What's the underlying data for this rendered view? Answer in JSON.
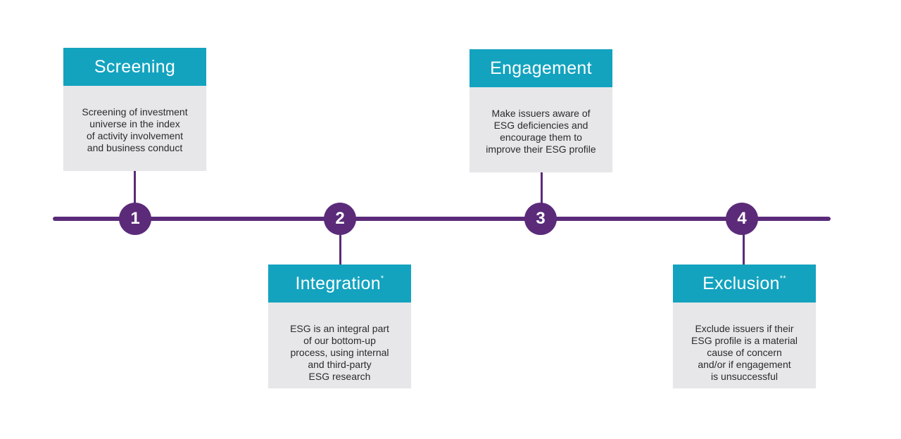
{
  "colors": {
    "timeline": "#5b2b7a",
    "header_bg": "#13a3bf",
    "body_bg": "#e7e7ea",
    "header_text": "#ffffff",
    "body_text": "#2b2b2b"
  },
  "steps": [
    {
      "number": "1",
      "title": "Screening",
      "superscript": "",
      "description": "Screening of investment\nuniverse in the index\nof activity involvement\nand business conduct"
    },
    {
      "number": "2",
      "title": "Integration",
      "superscript": "*",
      "description": "ESG is an integral part\nof our bottom-up\nprocess, using internal\nand third-party\nESG research"
    },
    {
      "number": "3",
      "title": "Engagement",
      "superscript": "",
      "description": "Make issuers aware of\nESG deficiencies and\nencourage them to\nimprove their ESG profile"
    },
    {
      "number": "4",
      "title": "Exclusion",
      "superscript": "**",
      "description": "Exclude issuers if their\nESG profile is a material\ncause of concern\nand/or if engagement\nis unsuccessful"
    }
  ]
}
